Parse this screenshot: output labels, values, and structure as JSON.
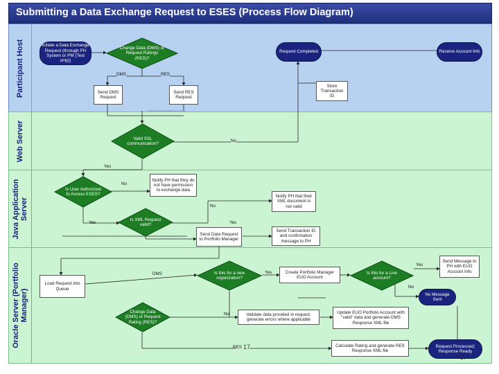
{
  "title": "Submitting a Data Exchange Request to ESES (Process Flow Diagram)",
  "lanes": [
    {
      "key": "ph",
      "label": "Participant Host"
    },
    {
      "key": "ws",
      "label": "Web Server"
    },
    {
      "key": "jas",
      "label": "Java Application Server"
    },
    {
      "key": "os",
      "label": "Oracle Server (Portfolio Manager)"
    }
  ],
  "nodes": {
    "initiate": "Initiate a Data Exchange Request (through PH System or PM (Test only))",
    "change_data_ph": "Change Data (DMS) or Request Ratings (RES)?",
    "request_completed": "Request Completed",
    "receive_account": "Receive Account Info",
    "send_dms": "Send DMS Request",
    "send_res": "Send RES Request",
    "store_transaction": "Store Transaction ID",
    "valid_ssl": "Valid SSL communication?",
    "is_user_authorized": "Is User Authorized to Access ESES?",
    "notify_no_permission": "Notify PH that they do not have permission to exchange data",
    "notify_xml_invalid": "Notify PH that their XML document is not valid",
    "is_xml_valid": "Is XML Request valid?",
    "send_data_pm": "Send Data Request to Portfolio Manager",
    "send_transaction_id": "Send Transaction ID and confirmation message to PH",
    "load_request": "Load Request into Queue",
    "is_new_org": "Is this for a new organization?",
    "create_pm_euo": "Create Portfolio Manager EUO Account",
    "is_live_account": "Is this for a Live account?",
    "send_message_euo": "Send Message to PH with EUO Account Info",
    "no_message_sent": "No Message Sent",
    "change_data_os": "Change Data (DMS) or Request Rating (RES)?",
    "validate_data": "Validate data provided in request; generate errors where applicable",
    "update_euo": "Update EUO Portfolio Account with \"valid\" data and generate DMS Response XML file",
    "calculate_rating": "Calculate Rating and generate RES Response XML file",
    "request_processed": "Request Processed; Response Ready"
  },
  "labels": {
    "dms1": "DMS",
    "res1": "RES",
    "no_ssl": "No",
    "yes_ssl": "Yes",
    "no_auth": "No",
    "yes_auth": "Yes",
    "no_xml": "No",
    "yes_xml": "Yes",
    "dms2": "DMS",
    "yes_new": "Yes",
    "no_new": "No",
    "yes_live": "Yes",
    "no_live": "No",
    "res2": "RES"
  },
  "page_numbers": [
    "17",
    "17"
  ],
  "colors": {
    "title_bar": "#2a3a90",
    "lane_blue": "#b7d2f1",
    "lane_green": "#cbf4d2",
    "diamond": "#1c7d24",
    "pill": "#1a237e"
  }
}
